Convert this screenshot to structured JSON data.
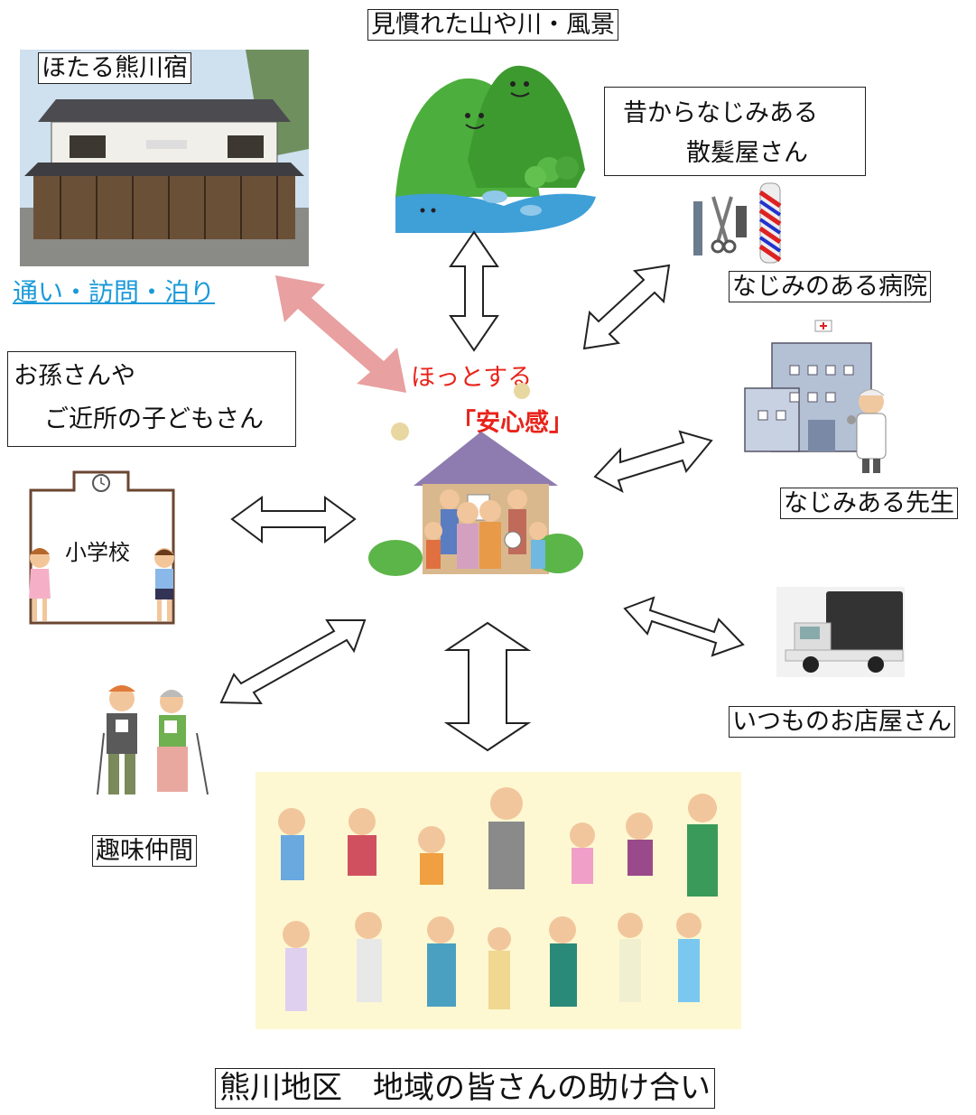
{
  "labels": {
    "scenery": "見慣れた山や川・風景",
    "inn": "ほたる熊川宿",
    "inn_link": "通い・訪問・泊り",
    "barber_line1": "昔からなじみある",
    "barber_line2": "散髪屋さん",
    "hospital": "なじみのある病院",
    "doctor": "なじみある先生",
    "grandkids_line1": "お孫さんや",
    "grandkids_line2": "ご近所の子どもさん",
    "school": "小学校",
    "center_line1": "ほっとする",
    "center_line2": "「安心感」",
    "shop": "いつものお店屋さん",
    "hobby": "趣味仲間",
    "community": "熊川地区　地域の皆さんの助け合い"
  },
  "colors": {
    "accent_red": "#e8231a",
    "link_blue": "#1a9ad8",
    "highlight_arrow": "#e8a0a0",
    "community_bg": "#fdf8d2"
  }
}
